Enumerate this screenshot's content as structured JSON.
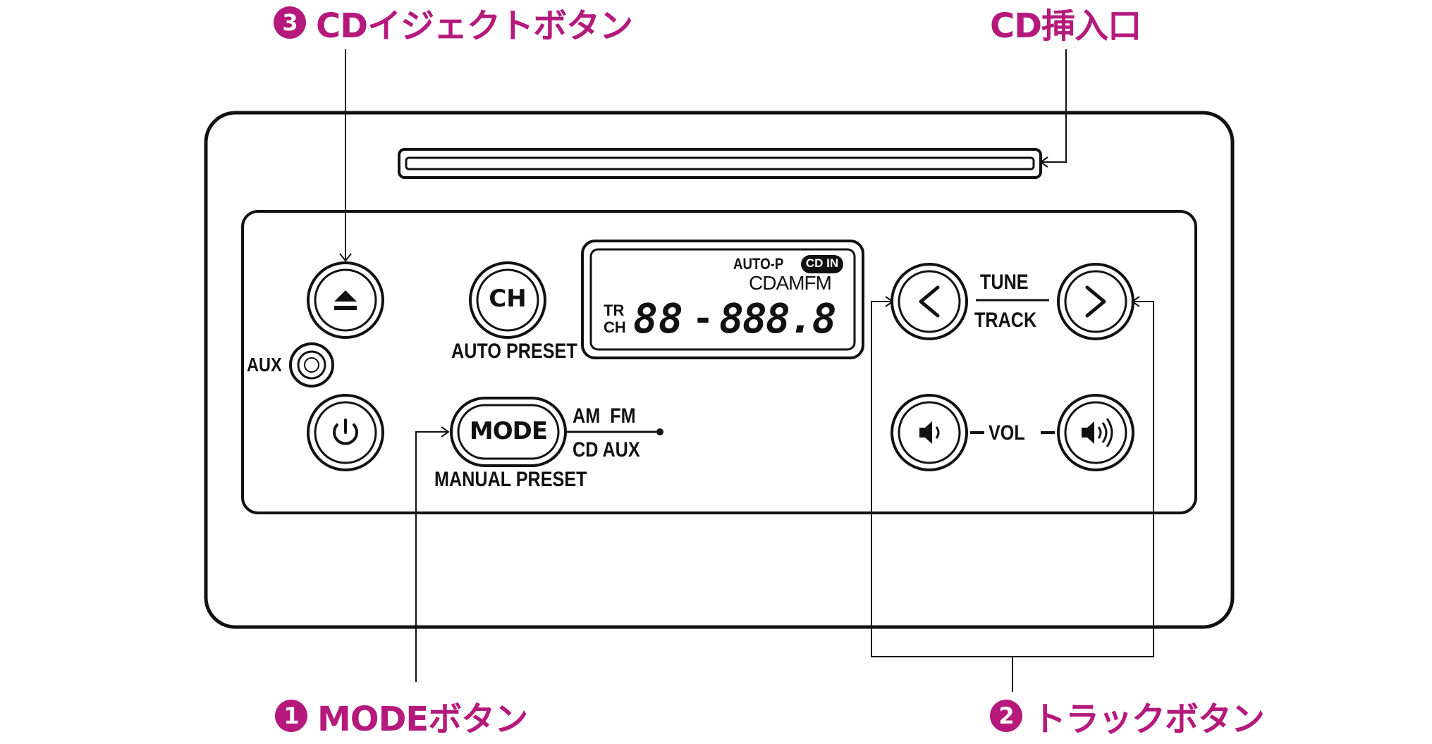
{
  "callouts": {
    "eject": {
      "number": "3",
      "label": "CDイジェクトボタン"
    },
    "slot": {
      "label": "CD挿入口"
    },
    "mode": {
      "number": "1",
      "label": "MODEボタン"
    },
    "track": {
      "number": "2",
      "label": "トラックボタン"
    }
  },
  "panel": {
    "aux_label": "AUX",
    "ch_button": "CH",
    "auto_preset_label": "AUTO PRESET",
    "mode_button": "MODE",
    "manual_preset_label": "MANUAL PRESET",
    "mode_options_top": "AM  FM",
    "mode_options_bottom": "CD AUX",
    "tune_label": "TUNE",
    "track_label": "TRACK",
    "vol_label": "VOL"
  },
  "display": {
    "auto_p": "AUTO-P",
    "cd_in": "CD IN",
    "band": "CDAMFM",
    "tr": "TR",
    "ch": "CH",
    "left_digits": "88",
    "dash": "-",
    "right_digits": "888.8"
  },
  "icons": {
    "eject": "eject-icon",
    "power": "power-icon",
    "aux": "aux-jack-icon",
    "prev": "chevron-left-icon",
    "next": "chevron-right-icon",
    "vol_down": "speaker-low-icon",
    "vol_up": "speaker-high-icon"
  },
  "colors": {
    "accent": "#b5197c",
    "ink": "#111111"
  }
}
